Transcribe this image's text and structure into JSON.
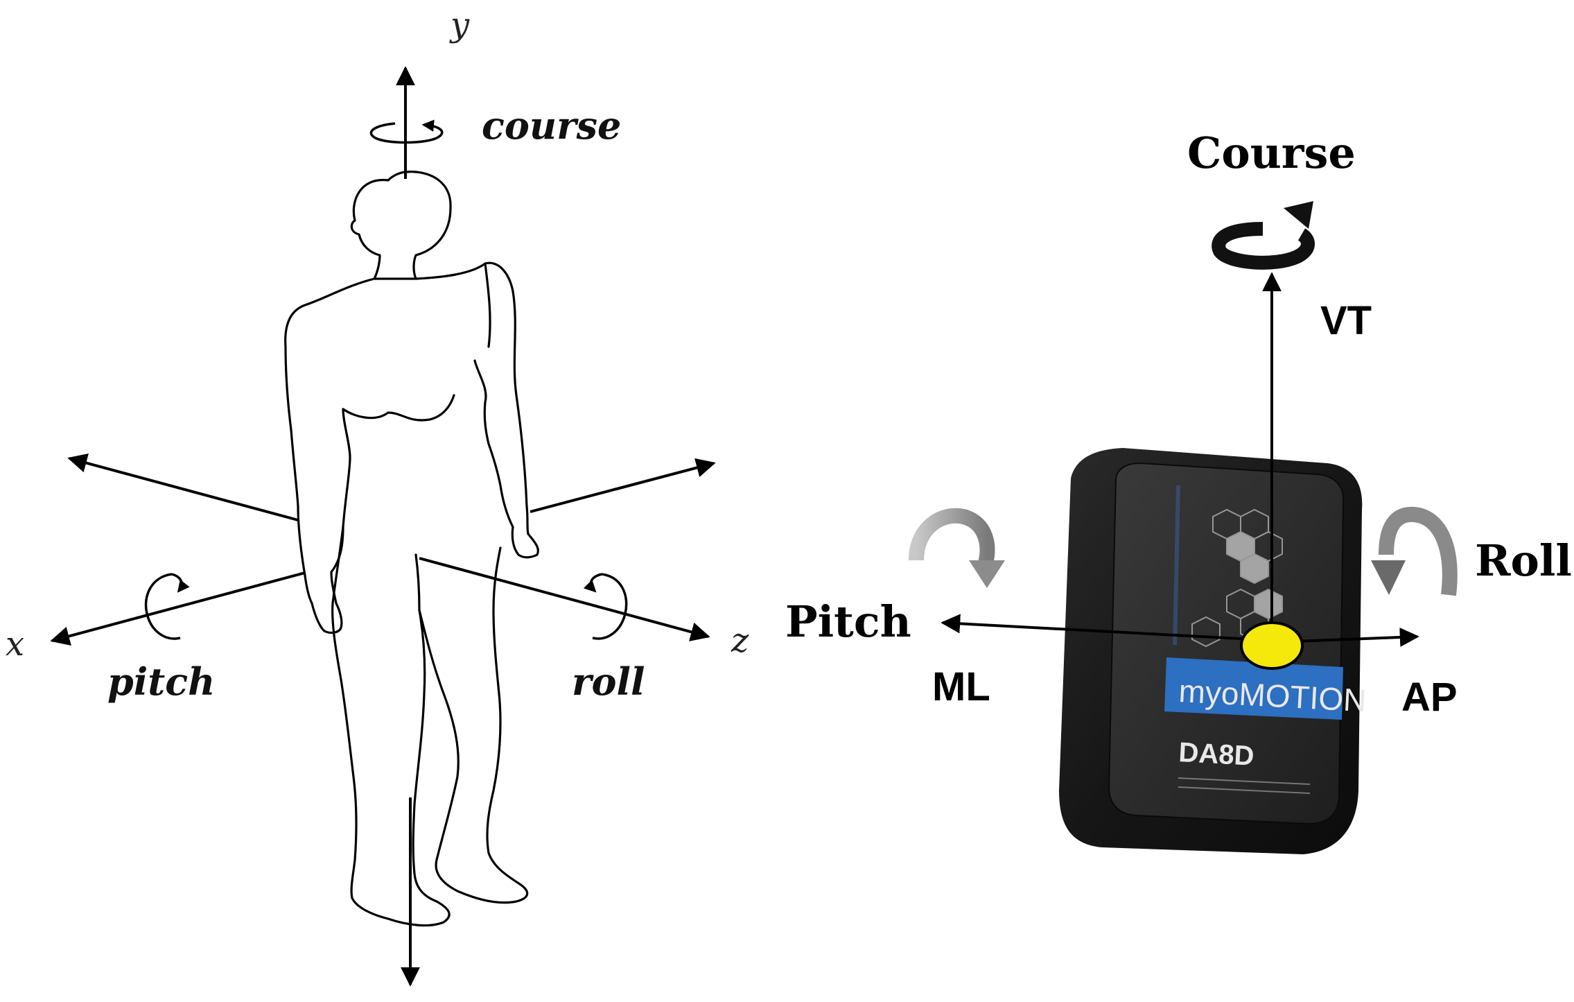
{
  "left_figure": {
    "axis_x_label": "x",
    "axis_y_label": "y",
    "axis_z_label": "z",
    "course_label": "course",
    "pitch_label": "pitch",
    "roll_label": "roll"
  },
  "right_figure": {
    "course_label": "Course",
    "vt_label": "VT",
    "pitch_label": "Pitch",
    "ml_label": "ML",
    "roll_label": "Roll",
    "ap_label": "AP",
    "device": {
      "brand_text": "myoMOTION",
      "model_text": "DA8D"
    },
    "colors": {
      "sensor_dot": "#f5e90c",
      "device_band": "#2d6fc0",
      "device_body": "#1b1b1b",
      "rotation_arrow_gray": "#8a8a8a"
    }
  }
}
